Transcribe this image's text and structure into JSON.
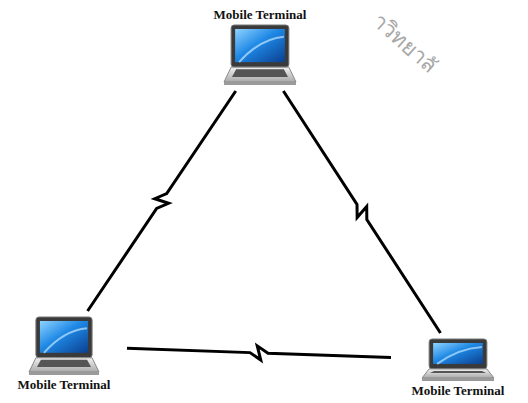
{
  "diagram": {
    "nodes": [
      {
        "text": [
          "Mobile Terminal"
        ]
      },
      {
        "text": [
          "Mobile Terminal"
        ]
      },
      {
        "text": [
          "Mobile Terminal"
        ]
      }
    ],
    "edges": [
      {
        "from": 0,
        "to": 1,
        "arrow": "none"
      },
      {
        "from": 0,
        "to": 2,
        "arrow": "none"
      },
      {
        "from": 1,
        "to": 2,
        "arrow": "none"
      }
    ],
    "labels": [
      "าวิทยาลั"
    ]
  }
}
